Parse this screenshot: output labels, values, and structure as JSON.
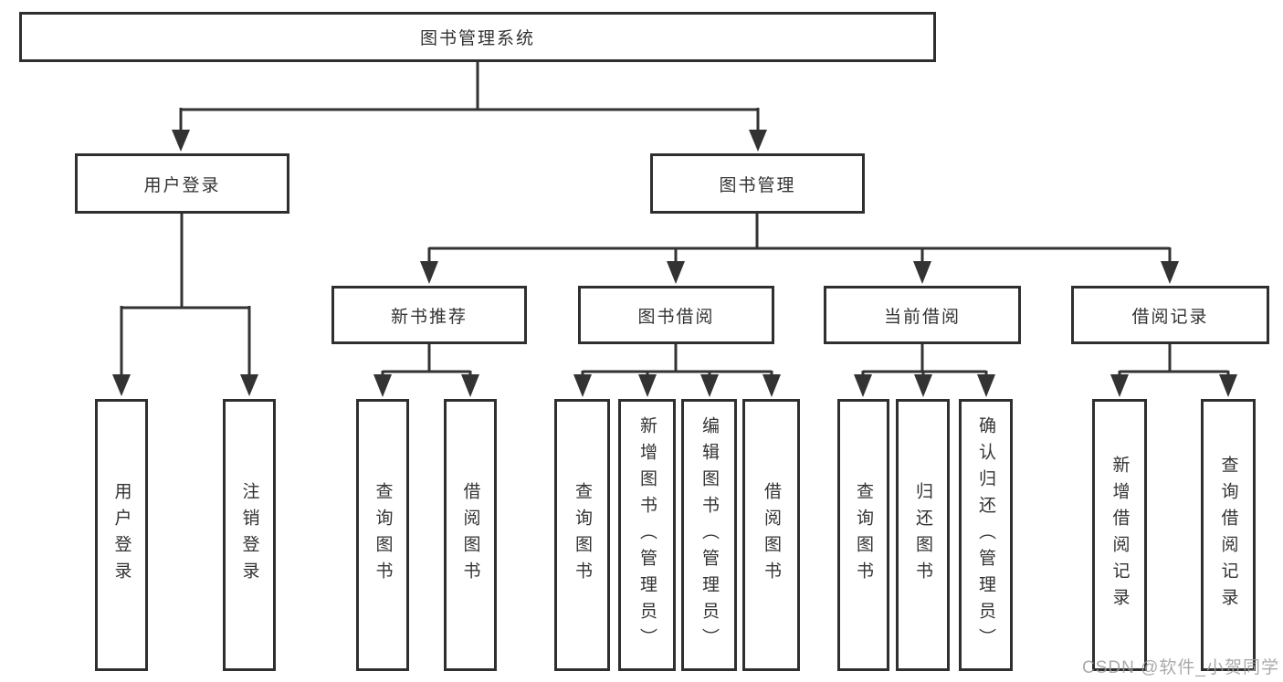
{
  "title": "图书管理系统",
  "colors": {
    "line": "#333333",
    "box_border": "#2f2f2f",
    "text": "#333333",
    "background": "#ffffff",
    "watermark": "#9c9c9c"
  },
  "nodes": {
    "root": {
      "label": "图书管理系统"
    },
    "user_login": {
      "label": "用户登录"
    },
    "book_mgmt": {
      "label": "图书管理"
    },
    "login_action": {
      "label": "用户登录"
    },
    "logout_action": {
      "label": "注销登录"
    },
    "new_book_rec": {
      "label": "新书推荐"
    },
    "book_borrow": {
      "label": "图书借阅"
    },
    "current_borrow": {
      "label": "当前借阅"
    },
    "borrow_records": {
      "label": "借阅记录"
    },
    "rec_query_books": {
      "label": "查询图书"
    },
    "rec_borrow_books": {
      "label": "借阅图书"
    },
    "bb_query_books": {
      "label": "查询图书"
    },
    "bb_add_books": {
      "label": "新增图书（管理员）"
    },
    "bb_edit_books": {
      "label": "编辑图书（管理员）"
    },
    "bb_borrow_books": {
      "label": "借阅图书"
    },
    "cb_query_books": {
      "label": "查询图书"
    },
    "cb_return_books": {
      "label": "归还图书"
    },
    "cb_confirm_return": {
      "label": "确认归还（管理员）"
    },
    "br_add_record": {
      "label": "新增借阅记录"
    },
    "br_query_record": {
      "label": "查询借阅记录"
    }
  },
  "hierarchy": {
    "图书管理系统": {
      "用户登录": [
        "用户登录",
        "注销登录"
      ],
      "图书管理": {
        "新书推荐": [
          "查询图书",
          "借阅图书"
        ],
        "图书借阅": [
          "查询图书",
          "新增图书（管理员）",
          "编辑图书（管理员）",
          "借阅图书"
        ],
        "当前借阅": [
          "查询图书",
          "归还图书",
          "确认归还（管理员）"
        ],
        "借阅记录": [
          "新增借阅记录",
          "查询借阅记录"
        ]
      }
    }
  },
  "watermark": "CSDN @软件_小贺同学"
}
